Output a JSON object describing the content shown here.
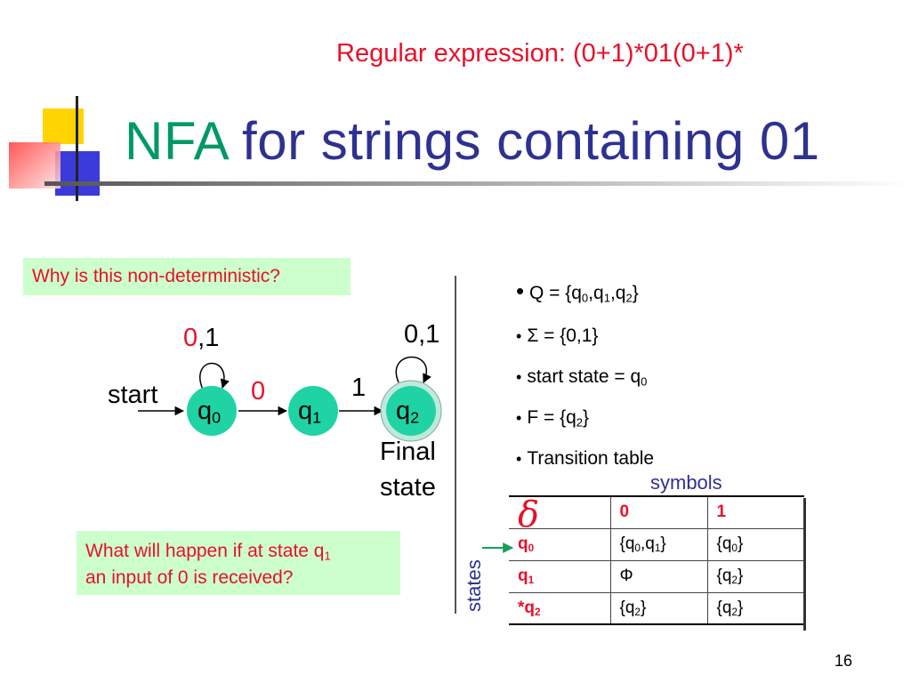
{
  "header": {
    "regex": "Regular expression: (0+1)*01(0+1)*",
    "title_nfa": "NFA",
    "title_rest": " for strings containing 01"
  },
  "callouts": {
    "why": "Why is this non-deterministic?",
    "what_line1": "What will happen if at state q",
    "what_sub": "1",
    "what_line2": "an input of 0 is received?"
  },
  "diagram": {
    "start": "start",
    "states": [
      {
        "name": "q",
        "sub": "0"
      },
      {
        "name": "q",
        "sub": "1"
      },
      {
        "name": "q",
        "sub": "2"
      }
    ],
    "loop_q0_red": "0",
    "loop_q0_rest": ",1",
    "edge_q0_q1": "0",
    "edge_q1_q2": "1",
    "loop_q2": "0,1",
    "final_line1": "Final",
    "final_line2": "state"
  },
  "bullets": {
    "b1": "Q = {q",
    "b2": "Σ = {0,1}",
    "b3": "start state = q",
    "b4": "F = {q",
    "b5": "Transition table"
  },
  "table": {
    "symbols_label": "symbols",
    "states_label": "states",
    "delta": "δ",
    "col0": "0",
    "col1": "1",
    "rows": [
      {
        "state": "q",
        "state_sub": "0",
        "prefix": "",
        "on0": "{q0,q1}",
        "on1": "{q0}"
      },
      {
        "state": "q",
        "state_sub": "1",
        "prefix": "",
        "on0": "Φ",
        "on1": "{q2}"
      },
      {
        "state": "q",
        "state_sub": "2",
        "prefix": "*",
        "on0": "{q2}",
        "on1": "{q2}"
      }
    ]
  },
  "page_number": "16",
  "colors": {
    "state_fill": "#1fd3a4",
    "title_blue": "#2e3192",
    "accent_red": "#e8102a",
    "callout_bg": "#ccffcc"
  }
}
